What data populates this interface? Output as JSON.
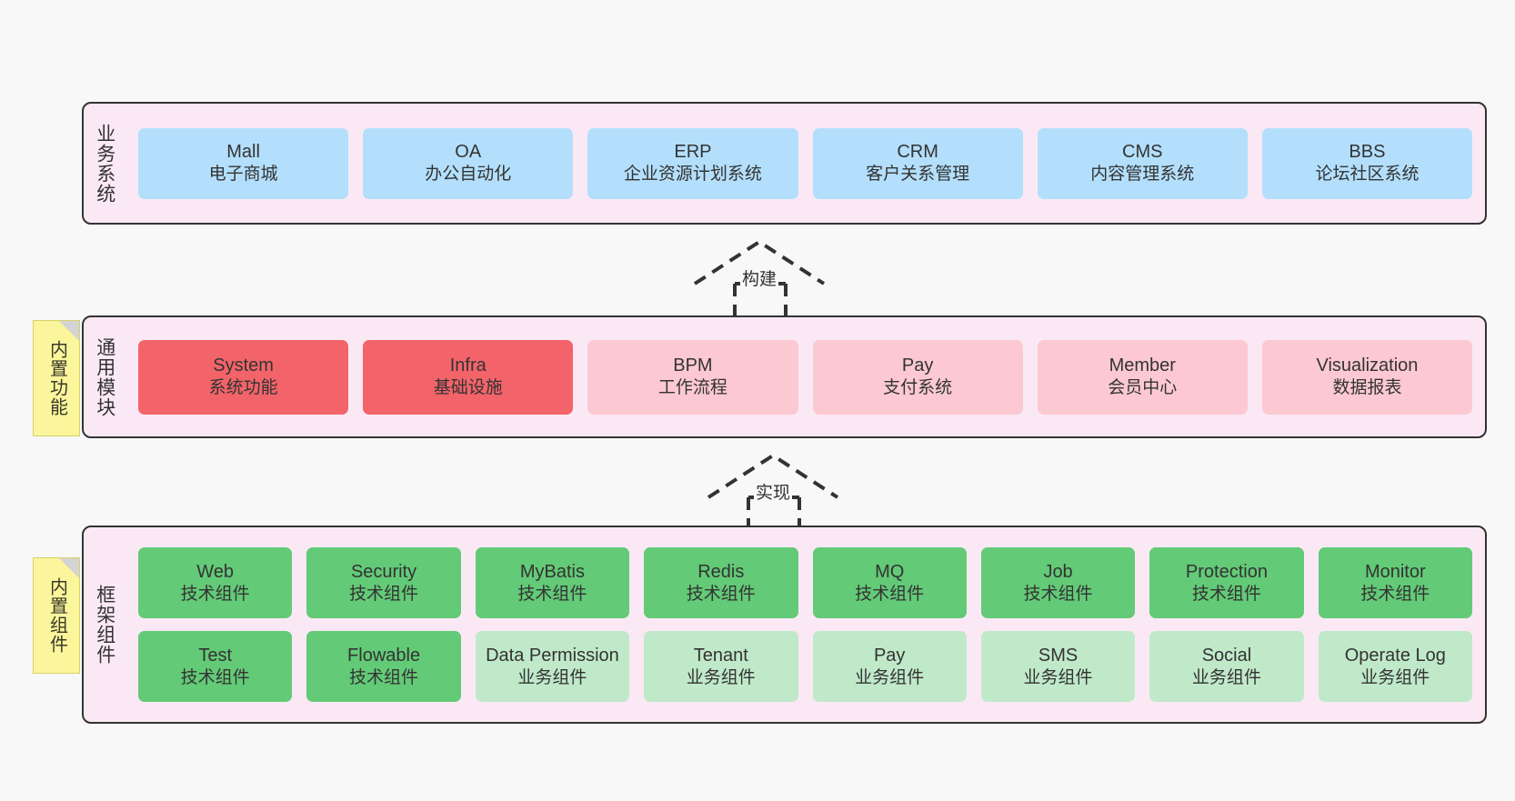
{
  "diagram": {
    "background": "#f8f8f8",
    "layer_fill": "#fae9f4",
    "layer_border": "#333333"
  },
  "layers": [
    {
      "id": "business",
      "title": "业务系统",
      "cards": [
        {
          "title": "Mall",
          "sub": "电子商城",
          "color": "#b3dffc",
          "swatch": "sw-blue"
        },
        {
          "title": "OA",
          "sub": "办公自动化",
          "color": "#b3dffc",
          "swatch": "sw-blue"
        },
        {
          "title": "ERP",
          "sub": "企业资源计划系统",
          "color": "#b3dffc",
          "swatch": "sw-blue"
        },
        {
          "title": "CRM",
          "sub": "客户关系管理",
          "color": "#b3dffc",
          "swatch": "sw-blue"
        },
        {
          "title": "CMS",
          "sub": "内容管理系统",
          "color": "#b3dffc",
          "swatch": "sw-blue"
        },
        {
          "title": "BBS",
          "sub": "论坛社区系统",
          "color": "#b3dffc",
          "swatch": "sw-blue"
        }
      ]
    },
    {
      "id": "modules",
      "title": "通用模块",
      "sticky": "内置功能",
      "cards": [
        {
          "title": "System",
          "sub": "系统功能",
          "color": "#f2646a",
          "swatch": "sw-red"
        },
        {
          "title": "Infra",
          "sub": "基础设施",
          "color": "#f2646a",
          "swatch": "sw-red"
        },
        {
          "title": "BPM",
          "sub": "工作流程",
          "color": "#fcc9d2",
          "swatch": "sw-pink"
        },
        {
          "title": "Pay",
          "sub": "支付系统",
          "color": "#fcc9d2",
          "swatch": "sw-pink"
        },
        {
          "title": "Member",
          "sub": "会员中心",
          "color": "#fcc9d2",
          "swatch": "sw-pink"
        },
        {
          "title": "Visualization",
          "sub": "数据报表",
          "color": "#fcc9d2",
          "swatch": "sw-pink"
        }
      ]
    },
    {
      "id": "framework",
      "title": "框架组件",
      "sticky": "内置组件",
      "row1": [
        {
          "title": "Web",
          "sub": "技术组件",
          "color": "#63ca77",
          "swatch": "sw-green"
        },
        {
          "title": "Security",
          "sub": "技术组件",
          "color": "#63ca77",
          "swatch": "sw-green"
        },
        {
          "title": "MyBatis",
          "sub": "技术组件",
          "color": "#63ca77",
          "swatch": "sw-green"
        },
        {
          "title": "Redis",
          "sub": "技术组件",
          "color": "#63ca77",
          "swatch": "sw-green"
        },
        {
          "title": "MQ",
          "sub": "技术组件",
          "color": "#63ca77",
          "swatch": "sw-green"
        },
        {
          "title": "Job",
          "sub": "技术组件",
          "color": "#63ca77",
          "swatch": "sw-green"
        },
        {
          "title": "Protection",
          "sub": "技术组件",
          "color": "#63ca77",
          "swatch": "sw-green"
        },
        {
          "title": "Monitor",
          "sub": "技术组件",
          "color": "#63ca77",
          "swatch": "sw-green"
        }
      ],
      "row2": [
        {
          "title": "Test",
          "sub": "技术组件",
          "color": "#63ca77",
          "swatch": "sw-green"
        },
        {
          "title": "Flowable",
          "sub": "技术组件",
          "color": "#63ca77",
          "swatch": "sw-green"
        },
        {
          "title": "Data Permission",
          "sub": "业务组件",
          "color": "#c0e9c9",
          "swatch": "sw-lightgreen"
        },
        {
          "title": "Tenant",
          "sub": "业务组件",
          "color": "#c0e9c9",
          "swatch": "sw-lightgreen"
        },
        {
          "title": "Pay",
          "sub": "业务组件",
          "color": "#c0e9c9",
          "swatch": "sw-lightgreen"
        },
        {
          "title": "SMS",
          "sub": "业务组件",
          "color": "#c0e9c9",
          "swatch": "sw-lightgreen"
        },
        {
          "title": "Social",
          "sub": "业务组件",
          "color": "#c0e9c9",
          "swatch": "sw-lightgreen"
        },
        {
          "title": "Operate Log",
          "sub": "业务组件",
          "color": "#c0e9c9",
          "swatch": "sw-lightgreen"
        }
      ]
    }
  ],
  "connectors": [
    {
      "id": "build",
      "label": "构建"
    },
    {
      "id": "implement",
      "label": "实现"
    }
  ]
}
